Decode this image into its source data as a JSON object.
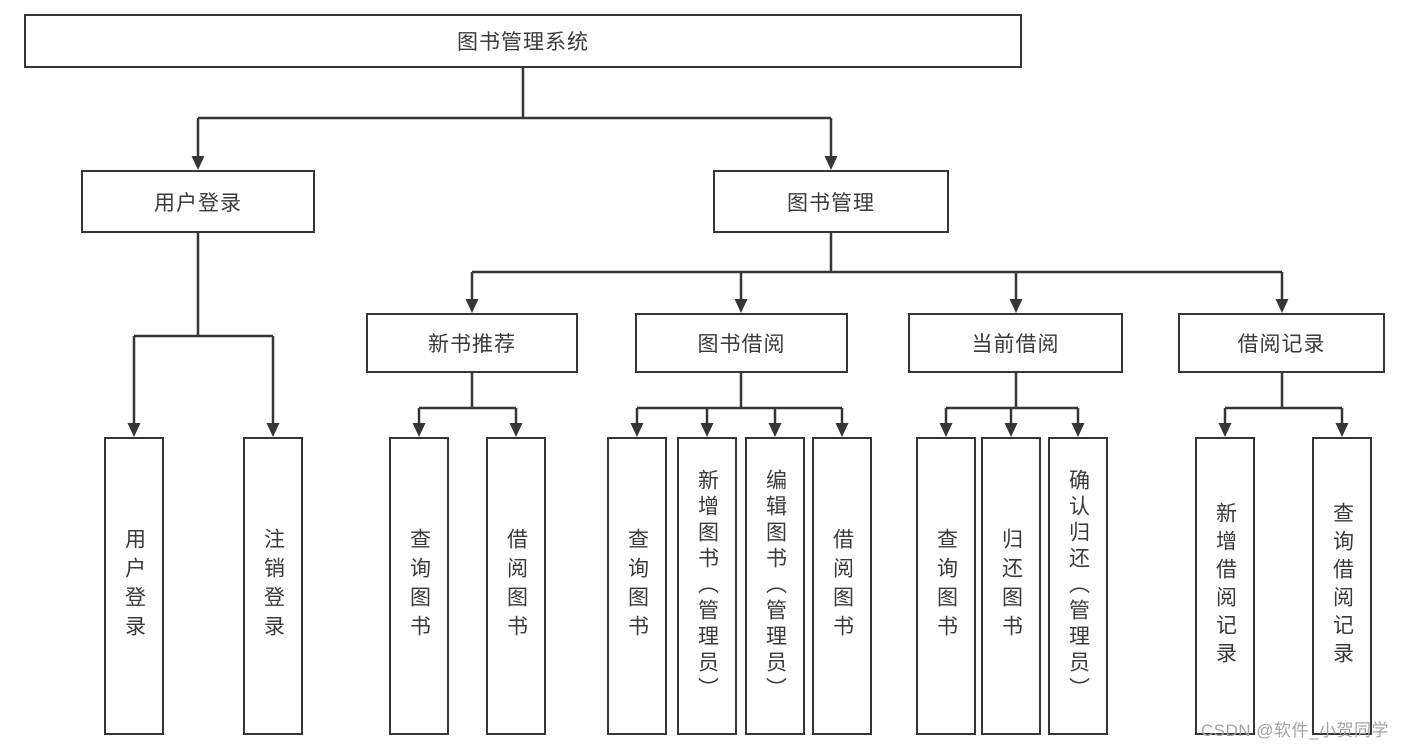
{
  "diagram": {
    "root": {
      "label": "图书管理系统"
    },
    "level1": {
      "user_login": {
        "label": "用户登录"
      },
      "book_management": {
        "label": "图书管理"
      }
    },
    "level2": {
      "new_book_recommend": {
        "label": "新书推荐"
      },
      "book_borrow": {
        "label": "图书借阅"
      },
      "current_borrow": {
        "label": "当前借阅"
      },
      "borrow_records": {
        "label": "借阅记录"
      }
    },
    "level3": {
      "user_login_leaf": {
        "label": "用户登录"
      },
      "logout": {
        "label": "注销登录"
      },
      "recommend_query_books": {
        "label": "查询图书"
      },
      "recommend_borrow_books": {
        "label": "借阅图书"
      },
      "borrow_query_books": {
        "label": "查询图书"
      },
      "add_books_admin": {
        "label": "新增图书（管理员）"
      },
      "edit_books_admin": {
        "label": "编辑图书（管理员）"
      },
      "borrow_borrow_books": {
        "label": "借阅图书"
      },
      "current_query_books": {
        "label": "查询图书"
      },
      "return_books": {
        "label": "归还图书"
      },
      "confirm_return_admin": {
        "label": "确认归还（管理员）"
      },
      "add_borrow_record": {
        "label": "新增借阅记录"
      },
      "query_borrow_record": {
        "label": "查询借阅记录"
      }
    }
  },
  "watermark": {
    "text": "CSDN @软件_小贺同学"
  },
  "colors": {
    "line": "#363636",
    "text": "#3a3a3a",
    "background": "#ffffff",
    "watermark": "#a3a3a3"
  }
}
